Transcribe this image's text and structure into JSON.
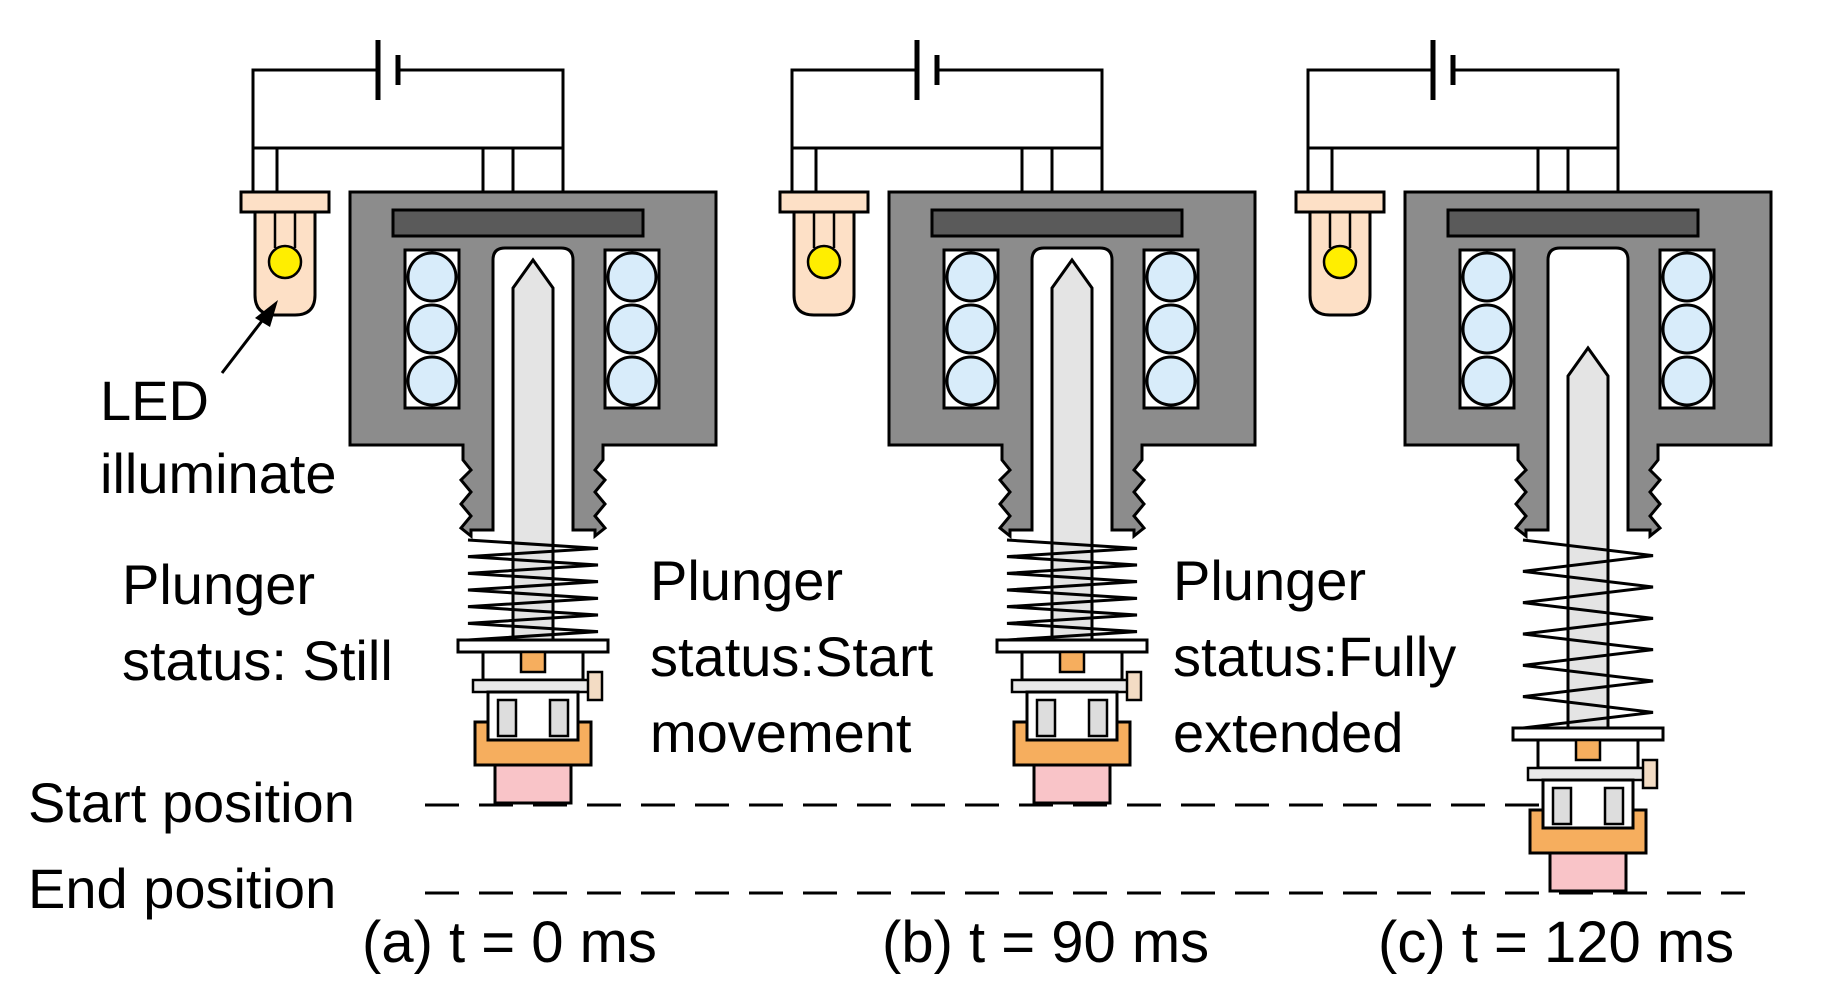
{
  "colors": {
    "housing": "#8c8c8c",
    "housing_top_bar": "#5a5a5a",
    "coil": "#d8ecfa",
    "plunger": "#e4e4e4",
    "led_body": "#fde0c6",
    "led_base": "#fde0c6",
    "led_light": "#ffee00",
    "orange_block": "#f6ae5e",
    "pink_block": "#f9c4c8",
    "line": "#000000"
  },
  "icons": {
    "battery": "battery-icon",
    "led": "led-icon",
    "coil": "coil-icon",
    "spring": "spring-icon"
  },
  "panels": [
    {
      "id": "a",
      "caption": "(a) t = 0 ms",
      "status_lines": [
        "Plunger",
        "status: Still"
      ],
      "plunger_extension_mm": 0
    },
    {
      "id": "b",
      "caption": "(b) t = 90 ms",
      "status_lines": [
        "Plunger",
        "status:Start",
        "movement"
      ],
      "plunger_extension_mm": 0
    },
    {
      "id": "c",
      "caption": "(c) t = 120 ms",
      "status_lines": [
        "Plunger",
        "status:Fully",
        "extended"
      ],
      "plunger_extension_mm": 1
    }
  ],
  "led_label_lines": [
    "LED",
    "illuminate"
  ],
  "reference_lines": {
    "start": "Start position",
    "end": "End position"
  }
}
